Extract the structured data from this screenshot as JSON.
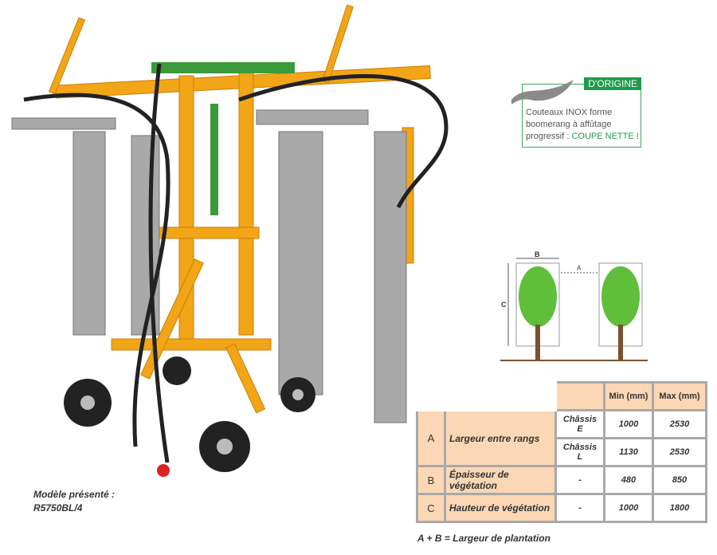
{
  "model": {
    "label": "Modèle présenté :",
    "value": "R5750BL/4"
  },
  "badge": {
    "tag": "D'ORIGINE",
    "line1": "Couteaux INOX forme",
    "line2": "boomerang à affûtage",
    "line3": "progressif : ",
    "highlight": "COUPE NETTE !"
  },
  "diagram": {
    "label_a": "A",
    "label_b": "B",
    "label_c": "C"
  },
  "table": {
    "headers": [
      "",
      "Min (mm)",
      "Max (mm)"
    ],
    "rows": [
      {
        "letter": "A",
        "label": "Largeur entre rangs",
        "sub": [
          {
            "chassis": "Châssis E",
            "min": "1000",
            "max": "2530"
          },
          {
            "chassis": "Châssis L",
            "min": "1130",
            "max": "2530"
          }
        ]
      },
      {
        "letter": "B",
        "label": "Épaisseur de végétation",
        "chassis": "-",
        "min": "480",
        "max": "850"
      },
      {
        "letter": "C",
        "label": "Hauteur de végétation",
        "chassis": "-",
        "min": "1000",
        "max": "1800"
      }
    ]
  },
  "footnote": "A + B = Largeur de plantation"
}
